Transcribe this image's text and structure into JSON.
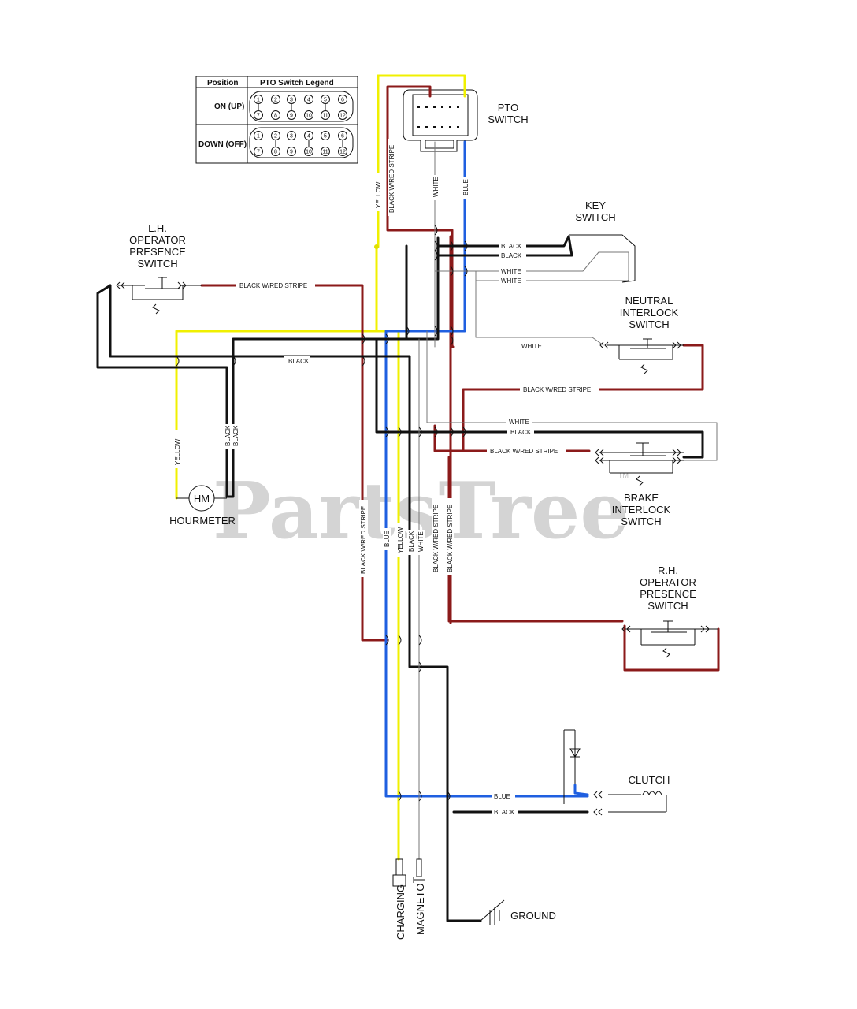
{
  "watermark": "PartsTree",
  "watermark_tm": "TM",
  "legend": {
    "header_position": "Position",
    "header_legend": "PTO Switch Legend",
    "row_on": "ON (UP)",
    "row_off": "DOWN (OFF)",
    "pins_top": [
      "1",
      "2",
      "3",
      "4",
      "5",
      "6"
    ],
    "pins_bottom": [
      "7",
      "8",
      "9",
      "10",
      "11",
      "12"
    ]
  },
  "components": {
    "pto_switch": "PTO\nSWITCH",
    "key_switch": "KEY\nSWITCH",
    "lh_ops": "L.H.\nOPERATOR\nPRESENCE\nSWITCH",
    "neutral": "NEUTRAL\nINTERLOCK\nSWITCH",
    "brake": "BRAKE\nINTERLOCK\nSWITCH",
    "rh_ops": "R.H.\nOPERATOR\nPRESENCE\nSWITCH",
    "hourmeter": "HOURMETER",
    "hm_symbol": "HM",
    "clutch": "CLUTCH",
    "ground": "GROUND",
    "charging": "CHARGING",
    "magneto": "MAGNETO"
  },
  "wire_labels": {
    "black": "BLACK",
    "white": "WHITE",
    "blue": "BLUE",
    "yellow": "YELLOW",
    "yellow_lh": "YELLOW",
    "bw": "BLACK W/RED STRIPE",
    "bw_lh": "BLACK W/RED STRIPE"
  },
  "colors": {
    "black": "#111111",
    "red_stripe": "#8b1a1a",
    "blue": "#1f5fe0",
    "yellow": "#f0f000",
    "white_wire": "#777777"
  }
}
